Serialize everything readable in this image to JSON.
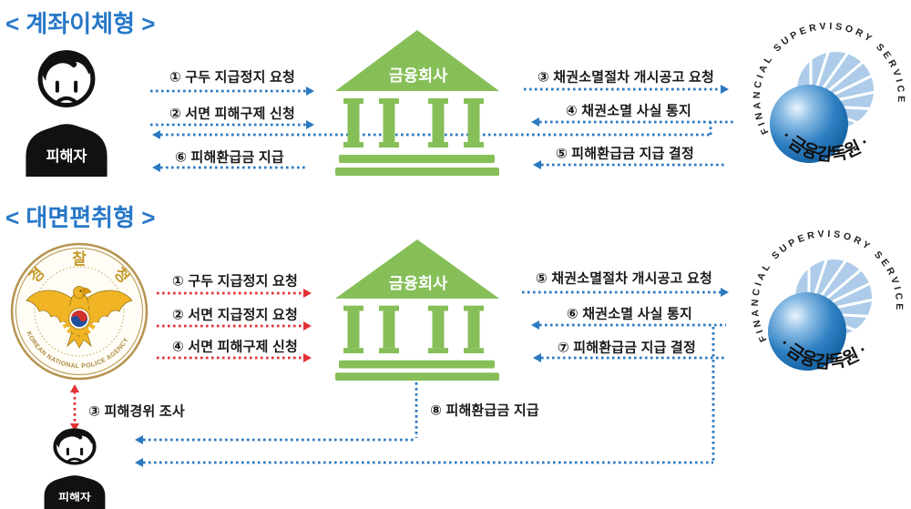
{
  "colors": {
    "arrow_blue": "#2b79c0",
    "arrow_red": "#e33236",
    "bank_green": "#86bf58",
    "title_blue": "#2878c8",
    "police_gold": "#c79a2e",
    "fss_sphere_blue": "#2272b2"
  },
  "sections": {
    "top": {
      "title": "< 계좌이체형 >",
      "victim_label": "피해자",
      "bank_label": "금융회사",
      "flows_left": [
        {
          "label": "① 구두 지급정지 요청",
          "direction": "right"
        },
        {
          "label": "② 서면 피해구제 신청",
          "direction": "right"
        },
        {
          "label": "⑥ 피해환급금 지급",
          "direction": "left"
        }
      ],
      "flows_right": [
        {
          "label": "③ 채권소멸절차 개시공고 요청",
          "direction": "right"
        },
        {
          "label": "④ 채권소멸 사실 통지",
          "direction": "left"
        },
        {
          "label": "⑤ 피해환급금 지급 결정",
          "direction": "left"
        }
      ]
    },
    "bottom": {
      "title": "< 대면편취형 >",
      "victim_label": "피해자",
      "bank_label": "금융회사",
      "flows_left": [
        {
          "label": "① 구두 지급정지 요청",
          "direction": "right"
        },
        {
          "label": "② 서면 지급정지 요청",
          "direction": "right"
        },
        {
          "label": "④ 서면 피해구제 신청",
          "direction": "right"
        }
      ],
      "flows_right": [
        {
          "label": "⑤ 채권소멸절차 개시공고 요청",
          "direction": "right"
        },
        {
          "label": "⑥ 채권소멸 사실 통지",
          "direction": "left"
        },
        {
          "label": "⑦ 피해환급금 지급 결정",
          "direction": "left"
        }
      ],
      "investigation_label": "③ 피해경위 조사",
      "refund_label": "⑧ 피해환급금 지급"
    }
  },
  "logos": {
    "fss": {
      "ring_text": "FINANCIAL SUPERVISORY SERVICE",
      "korean_text": "· 금융감독원 ·"
    },
    "police": {
      "ring_text": "KOREAN NATIONAL POLICE AGENCY",
      "top_chars": [
        "경",
        "찰",
        "청"
      ]
    }
  }
}
